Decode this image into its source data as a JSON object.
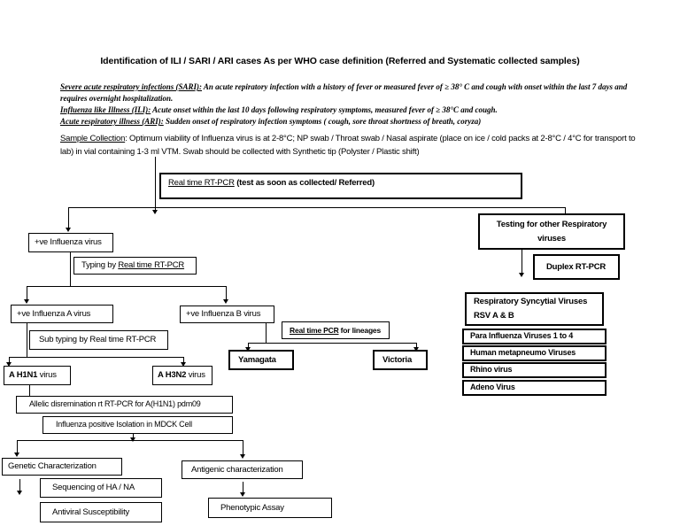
{
  "title": "Identification of ILI / SARI / ARI cases As per WHO case definition (Referred and Systematic collected samples)",
  "definitions": [
    {
      "term": "Severe acute respiratory infections (SARI):",
      "text": " An acute repiratory infection with a history of fever or measured fever of ≥ 38° C and cough with onset within the last 7 days and requires overnight hospitalization."
    },
    {
      "term": "Influenza like Illness (ILI):",
      "text": " Acute onset within the last 10 days following respiratory symptoms, measured fever of ≥ 38°C and cough."
    },
    {
      "term": "Acute respiratory illness (ARI):",
      "text": " Sudden onset of respiratory infection symptoms ( cough, sore throat shortness of breath, coryza)"
    }
  ],
  "sample_collection": {
    "label": "Sample Collection",
    "text": ": Optimum viability of Influenza virus is at 2-8°C; NP swab / Throat swab / Nasal aspirate (place on ice / cold packs at 2-8°C / 4°C for transport to lab) in vial containing 1-3 ml VTM.  Swab should be collected with Synthetic tip (Polyster / Plastic shift)"
  },
  "flowchart": {
    "rtpcr": {
      "underlined": "Real time RT-PCR",
      "bold": " (test as soon as collected/ Referred)"
    },
    "pos_influenza": "+ve Influenza virus",
    "testing_other": "Testing for other Respiratory viruses",
    "duplex": "Duplex RT-PCR",
    "typing": {
      "prefix": "Typing by ",
      "underlined": "Real time RT-PCR"
    },
    "pos_a": "+ve Influenza A virus",
    "pos_b": "+ve Influenza B virus",
    "subtyping": "Sub typing by Real time RT-PCR",
    "lineages": {
      "underlined": "Real time PCR",
      "suffix": " for lineages"
    },
    "yamagata": "Yamagata",
    "victoria": "Victoria",
    "resp_list": [
      "Respiratory Syncytial Viruses RSV A & B",
      "Para Influenza Viruses 1 to 4",
      "Human metapneumo Viruses",
      "Rhino virus",
      "Adeno Virus"
    ],
    "h1n1": {
      "bold": "A H1N1",
      "rest": " virus"
    },
    "h3n2": {
      "bold": "A H3N2",
      "rest": " virus"
    },
    "allelic": "Allelic disremination rt RT-PCR for A(H1N1) pdm09",
    "mdck": "Influenza positive Isolation in MDCK Cell",
    "genetic": "Genetic Characterization",
    "sequencing": "Sequencing of HA / NA",
    "antiviral": "Antiviral Susceptibility",
    "antigenic": "Antigenic characterization",
    "phenotypic": "Phenotypic Assay"
  },
  "colors": {
    "background": "#ffffff",
    "line": "#000000",
    "text": "#000000"
  }
}
